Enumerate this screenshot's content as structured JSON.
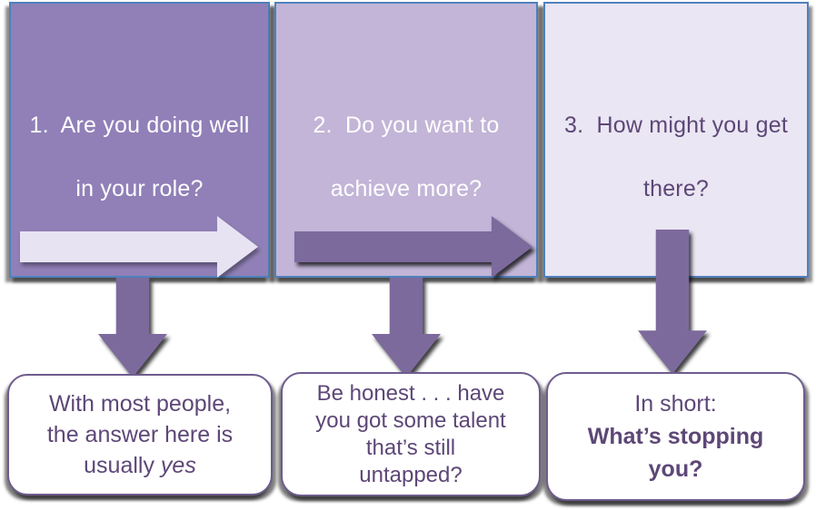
{
  "colors": {
    "panel1_bg": "#9080b7",
    "panel2_bg": "#c2b5d7",
    "panel3_bg": "#eae6f3",
    "panel_border": "#4f81bd",
    "arrow_dark": "#7c6a9d",
    "arrow_light": "#e8e3f2",
    "box_border": "#6e5c8e",
    "text_light": "#ffffff",
    "text_purple": "#5d4777"
  },
  "panels": [
    {
      "lines": [
        "1.  Are you doing well",
        "in your role?"
      ]
    },
    {
      "lines": [
        "2.  Do you want to",
        "achieve more?"
      ]
    },
    {
      "lines": [
        "3.  How might you get",
        "there?"
      ]
    }
  ],
  "boxes": {
    "box1": {
      "line1": "With most people,",
      "line2": "the answer here is",
      "line3_prefix": "usually ",
      "line3_italic": "yes"
    },
    "box2": {
      "lines": [
        "Be honest . . . have",
        "you got some talent",
        "that’s still",
        "untapped?"
      ]
    },
    "box3": {
      "intro": "In short:",
      "bold1": "What’s stopping",
      "bold2": "you?"
    }
  }
}
